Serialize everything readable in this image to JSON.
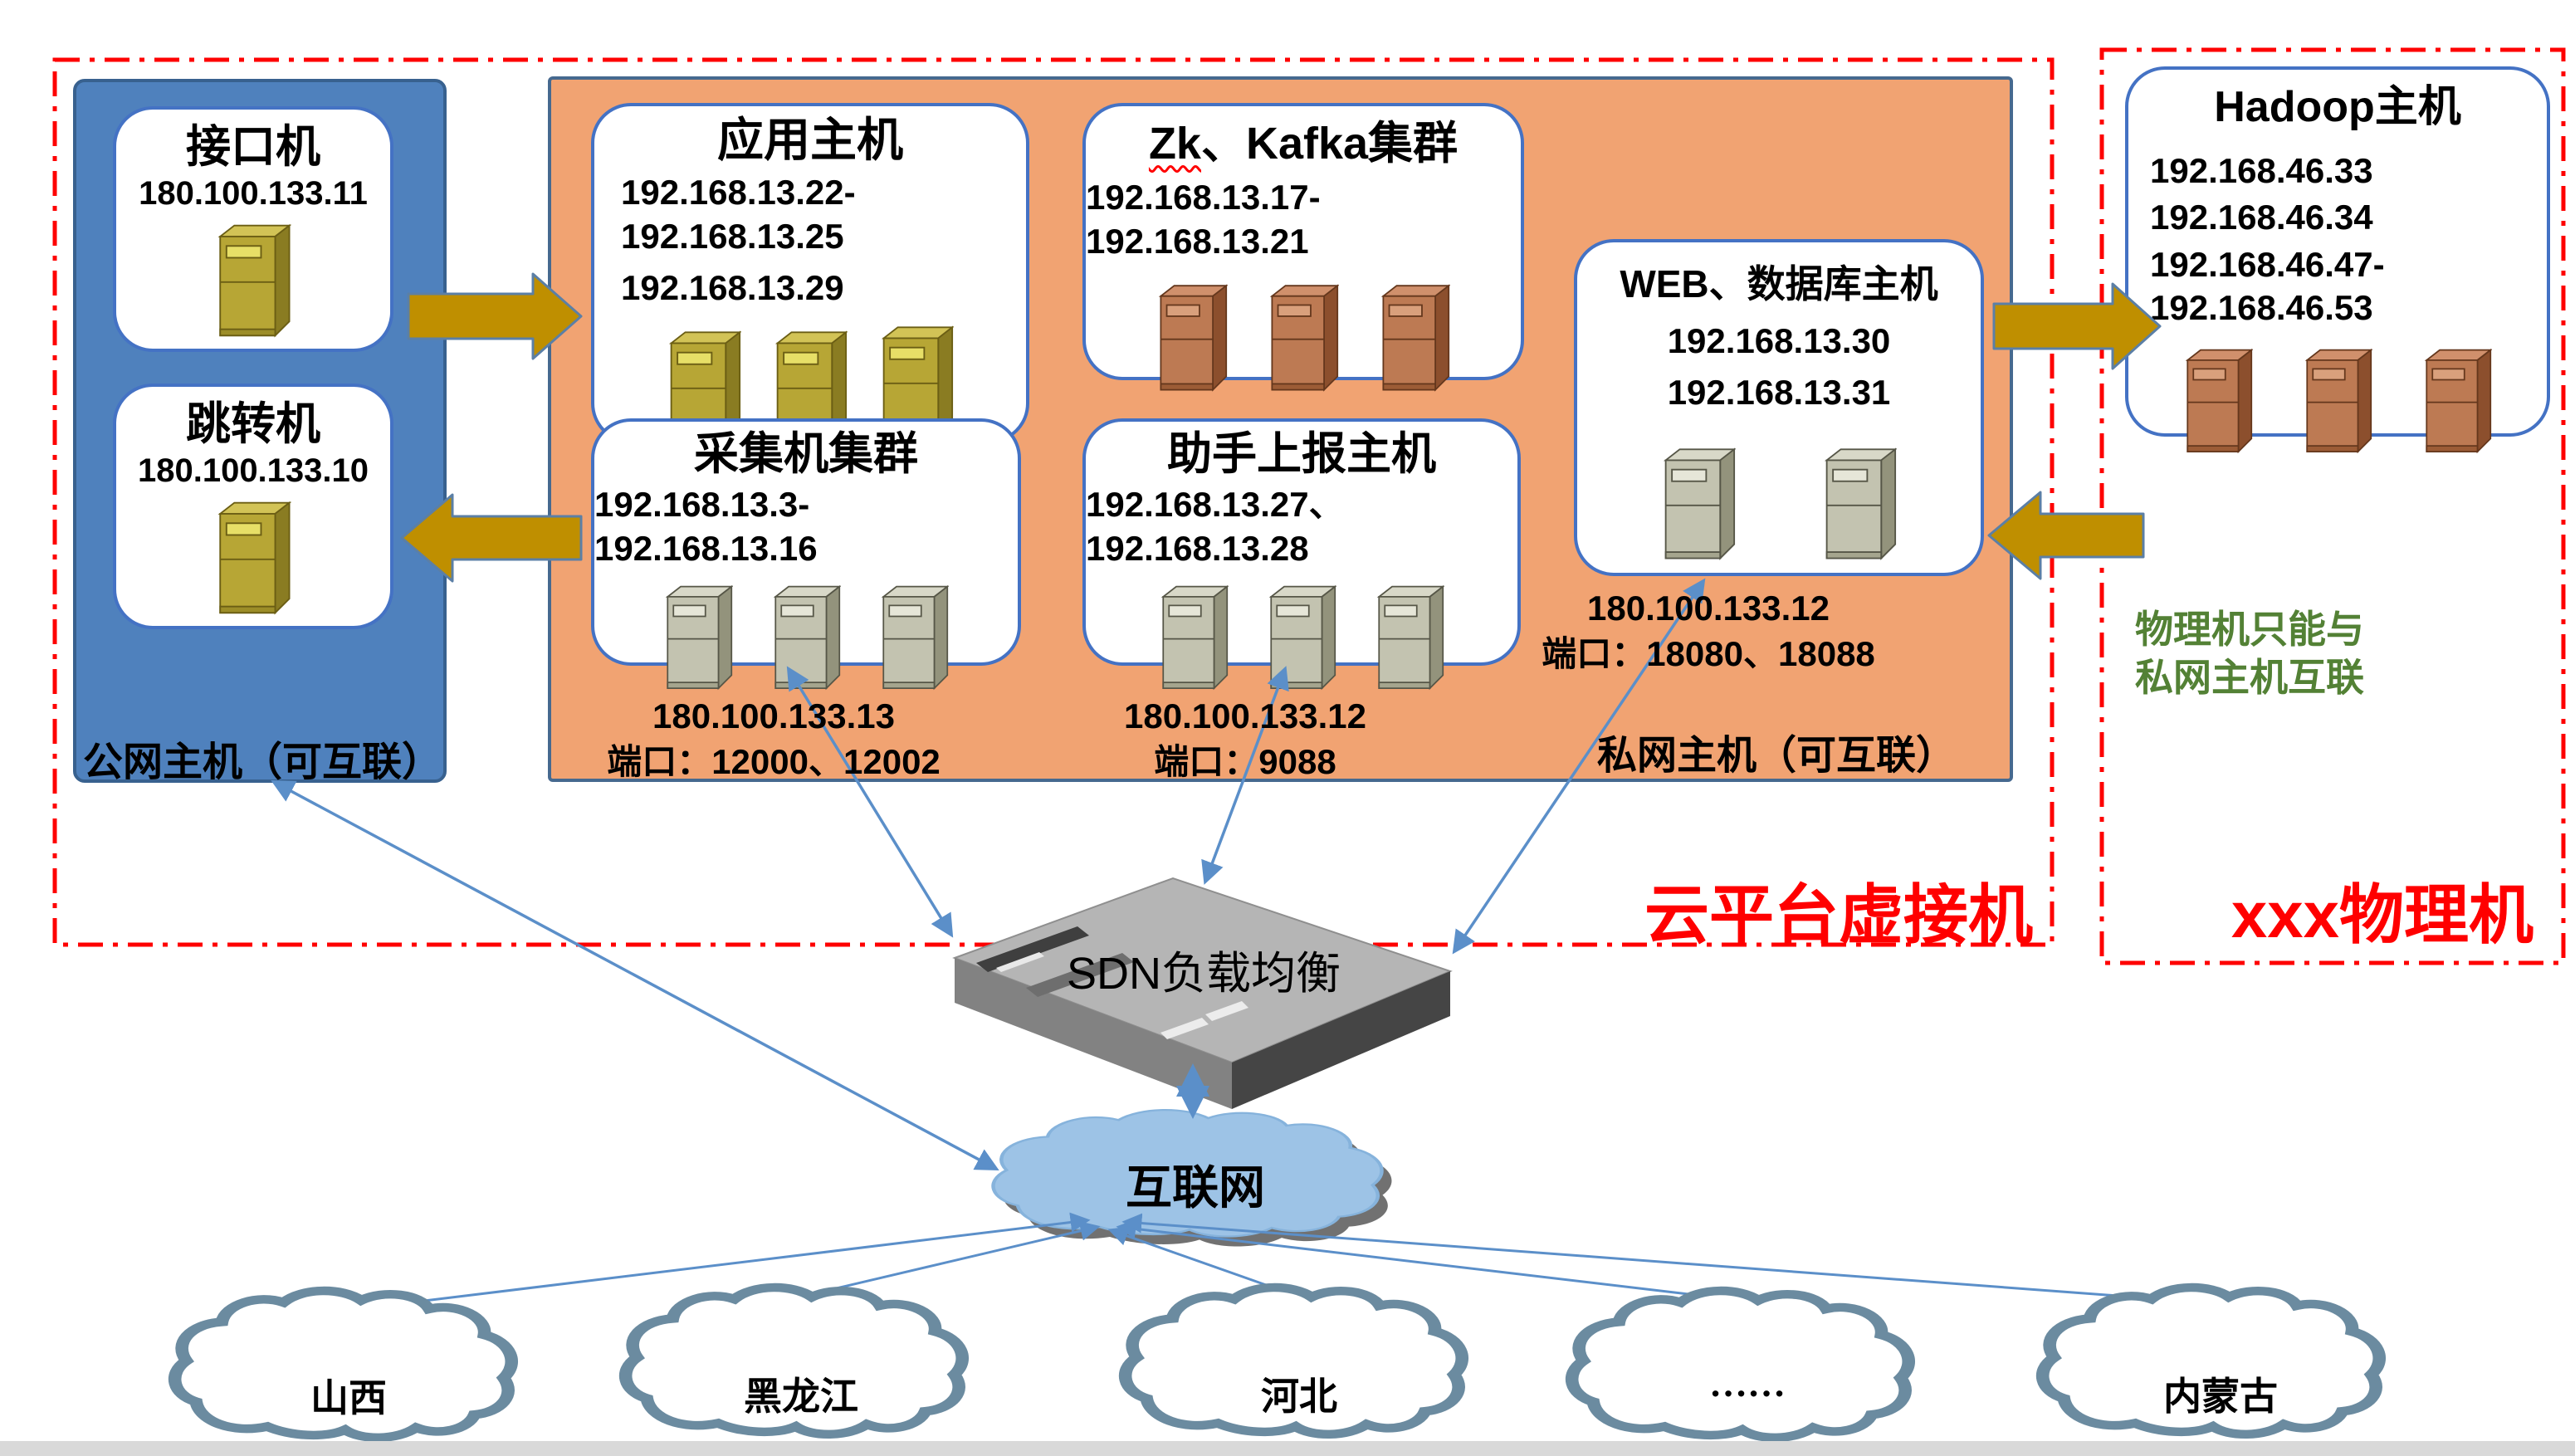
{
  "regions": {
    "cloud_platform_label": "云平台虚接机",
    "physical_label": "xxx物理机",
    "physical_note_line1": "物理机只能与",
    "physical_note_line2": "私网主机互联"
  },
  "public_zone": {
    "label": "公网主机（可互联）",
    "jiekou": {
      "title": "接口机",
      "ip": "180.100.133.11"
    },
    "tiaozhuan": {
      "title": "跳转机",
      "ip": "180.100.133.10"
    }
  },
  "private_zone": {
    "label": "私网主机（可互联）",
    "app": {
      "title": "应用主机",
      "ip1": "192.168.13.22-192.168.13.25",
      "ip2": "192.168.13.29"
    },
    "zk": {
      "title_part1": "Zk",
      "title_part2": "、Kafka集群",
      "ip1": "192.168.13.17-192.168.13.21"
    },
    "caiji": {
      "title": "采集机集群",
      "ip1": "192.168.13.3-192.168.13.16",
      "note1": "180.100.133.13",
      "note2": "端口：12000、12002"
    },
    "zhushou": {
      "title": "助手上报主机",
      "ip1": "192.168.13.27、192.168.13.28",
      "note1": "180.100.133.12",
      "note2": "端口：9088"
    },
    "web": {
      "title": "WEB、数据库主机",
      "ip1": "192.168.13.30",
      "ip2": "192.168.13.31",
      "note1": "180.100.133.12",
      "note2": "端口：18080、18088"
    }
  },
  "hadoop_zone": {
    "title": "Hadoop主机",
    "ip1": "192.168.46.33",
    "ip2": "192.168.46.34",
    "ip3": "192.168.46.47-192.168.46.53"
  },
  "network": {
    "sdn_label": "SDN负载均衡",
    "internet_label": "互联网"
  },
  "clouds": {
    "items": [
      {
        "label": "山西"
      },
      {
        "label": "黑龙江"
      },
      {
        "label": "河北"
      },
      {
        "label": "……"
      },
      {
        "label": "内蒙古"
      }
    ]
  },
  "colors": {
    "accent_red": "#ff0000",
    "zone_blue": "#4f81bd",
    "zone_orange": "#f1a372",
    "gold_arrow": "#bf8f00",
    "line_blue": "#4a86c8",
    "green_note": "#538135"
  }
}
